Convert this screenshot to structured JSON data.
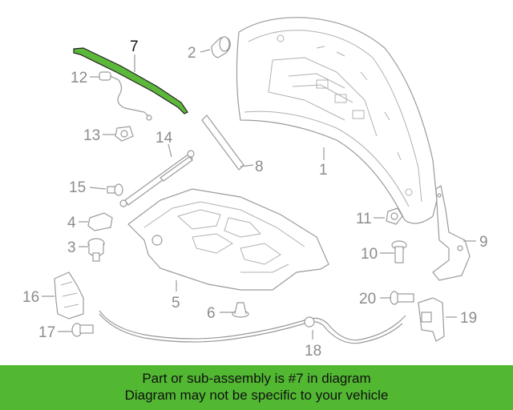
{
  "highlight_color": "#5cb83a",
  "footer_color": "#52b832",
  "callouts": [
    "7",
    "2",
    "12",
    "13",
    "14",
    "8",
    "1",
    "15",
    "4",
    "3",
    "11",
    "10",
    "9",
    "16",
    "5",
    "6",
    "20",
    "17",
    "19",
    "18"
  ],
  "footer": {
    "line1": "Part or sub-assembly is #7 in diagram",
    "line2": "Diagram may not be specific to your vehicle"
  }
}
